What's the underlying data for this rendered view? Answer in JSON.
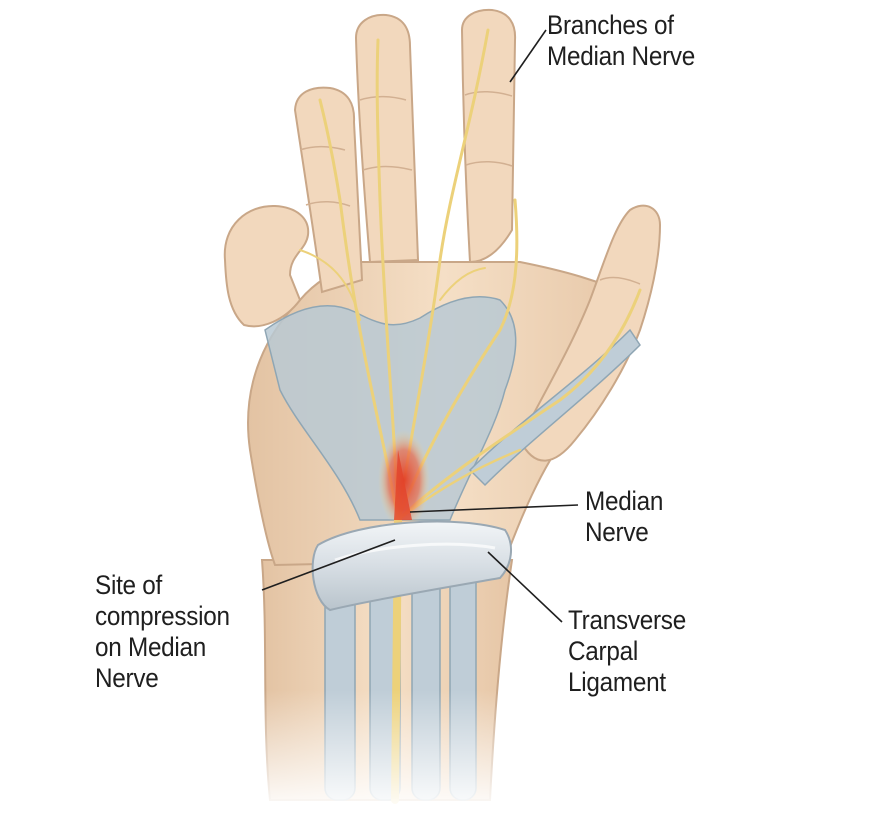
{
  "labels": {
    "branches": [
      "Branches of",
      "Median Nerve"
    ],
    "median": [
      "Median",
      "Nerve"
    ],
    "site": [
      "Site of",
      "compression",
      "on Median",
      "Nerve"
    ],
    "carpal": [
      "Transverse",
      "Carpal",
      "Ligament"
    ]
  },
  "colors": {
    "skin": "#f2d8bd",
    "skin_shadow": "#ddb796",
    "tendon": "#b8c9d4",
    "nerve": "#f3dc8a",
    "compression": "#e2442a",
    "ligament": "#dde3e8",
    "text": "#1f1f1f"
  }
}
